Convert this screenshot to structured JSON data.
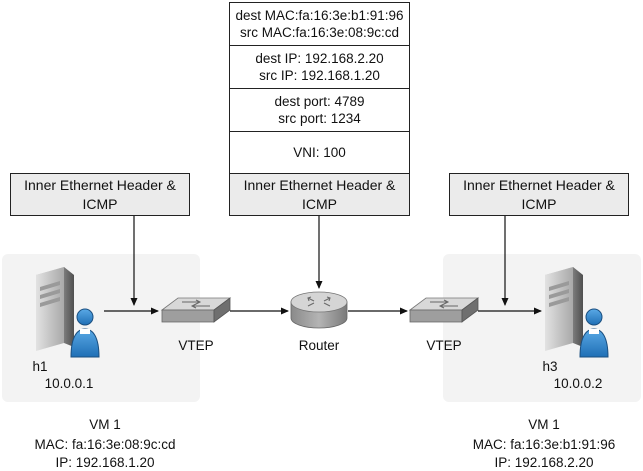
{
  "packet": {
    "dest_mac": "dest MAC:fa:16:3e:b1:91:96",
    "src_mac": "src MAC:fa:16:3e:08:9c:cd",
    "dest_ip": "dest IP: 192.168.2.20",
    "src_ip": "src IP: 192.168.1.20",
    "dest_port": "dest port: 4789",
    "src_port": "src port: 1234",
    "vni": "VNI: 100",
    "inner_line1": "Inner Ethernet Header &",
    "inner_line2": "ICMP"
  },
  "left_header": {
    "line1": "Inner Ethernet Header &",
    "line2": "ICMP"
  },
  "right_header": {
    "line1": "Inner Ethernet Header &",
    "line2": "ICMP"
  },
  "h1": {
    "name": "h1",
    "ip": "10.0.0.1"
  },
  "h3": {
    "name": "h3",
    "ip": "10.0.0.2"
  },
  "vtep_left": {
    "label": "VTEP"
  },
  "vtep_right": {
    "label": "VTEP"
  },
  "router": {
    "label": "Router"
  },
  "vm_left": {
    "name": "VM 1",
    "mac": "MAC: fa:16:3e:08:9c:cd",
    "ip": "IP: 192.168.1.20"
  },
  "vm_right": {
    "name": "VM 1",
    "mac": "MAC: fa:16:3e:b1:91:96",
    "ip": "IP: 192.168.2.20"
  }
}
